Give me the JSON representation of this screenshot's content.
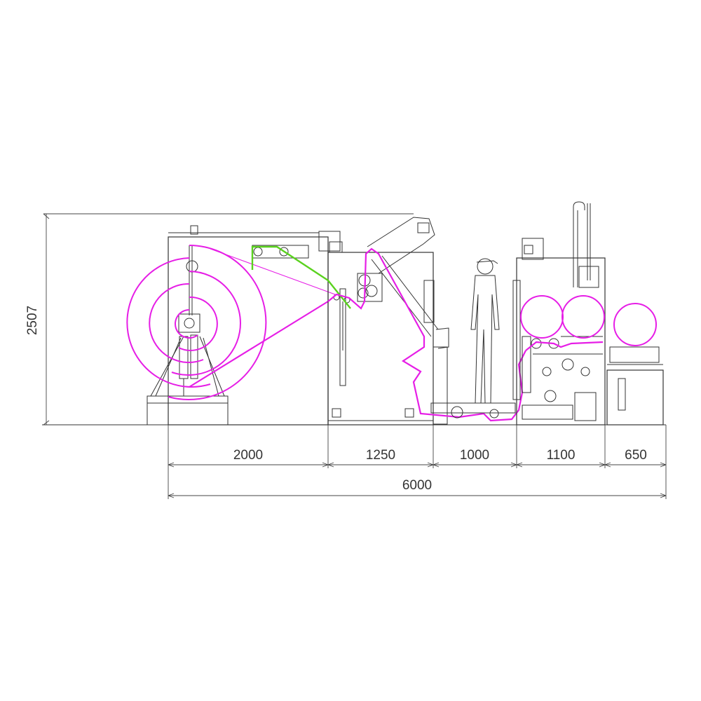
{
  "colors": {
    "web_path": "#e61ee6",
    "secondary_path": "#5ad21e",
    "lines": "#333333",
    "background": "#ffffff"
  },
  "dimensions": {
    "height": "2507",
    "segments": [
      "2000",
      "1250",
      "1000",
      "1100",
      "650"
    ],
    "total": "6000"
  }
}
